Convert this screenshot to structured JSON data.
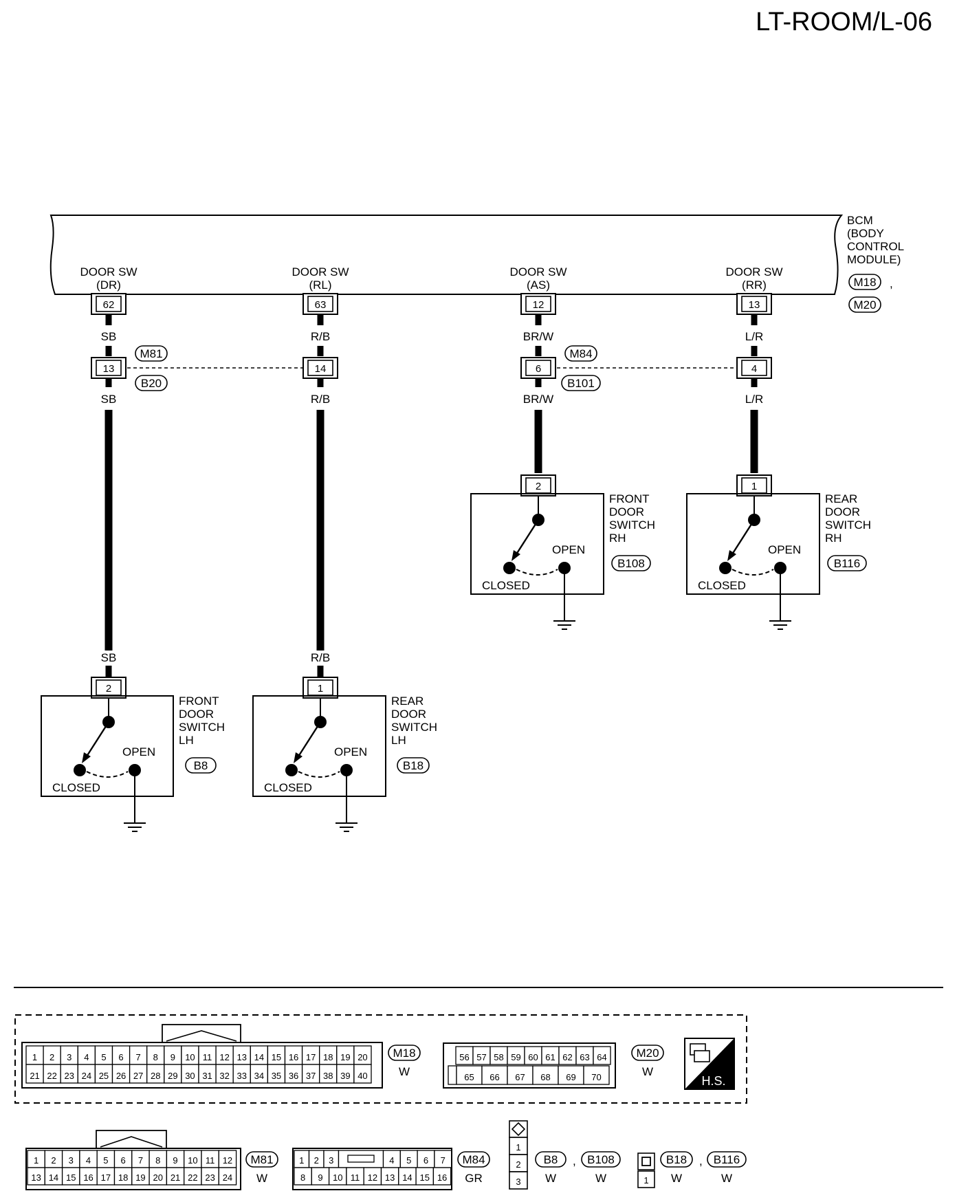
{
  "page_id": "LT-ROOM/L-06",
  "bcm": {
    "lines": [
      "BCM",
      "(BODY",
      "CONTROL",
      "MODULE)"
    ],
    "connectors": [
      "M18",
      "M20"
    ],
    "separator": ","
  },
  "bcm_terminals": [
    {
      "label": "DOOR SW",
      "sub": "(DR)",
      "pin": "62",
      "wire_top": "SB"
    },
    {
      "label": "DOOR SW",
      "sub": "(RL)",
      "pin": "63",
      "wire_top": "R/B"
    },
    {
      "label": "DOOR SW",
      "sub": "(AS)",
      "pin": "12",
      "wire_top": "BR/W"
    },
    {
      "label": "DOOR SW",
      "sub": "(RR)",
      "pin": "13",
      "wire_top": "L/R"
    }
  ],
  "junctions": [
    {
      "pin": "13",
      "wire": "SB",
      "tag_top": "M81",
      "tag_bottom": "B20"
    },
    {
      "pin": "14",
      "wire": "R/B"
    },
    {
      "pin": "6",
      "wire": "BR/W",
      "tag_top": "M84",
      "tag_bottom": "B101"
    },
    {
      "pin": "4",
      "wire": "L/R"
    }
  ],
  "switches": [
    {
      "name_lines": [
        "FRONT",
        "DOOR",
        "SWITCH",
        "LH"
      ],
      "connector": "B8",
      "pin": "2",
      "wire": "SB",
      "open": "OPEN",
      "closed": "CLOSED"
    },
    {
      "name_lines": [
        "REAR",
        "DOOR",
        "SWITCH",
        "LH"
      ],
      "connector": "B18",
      "pin": "1",
      "wire": "R/B",
      "open": "OPEN",
      "closed": "CLOSED"
    },
    {
      "name_lines": [
        "FRONT",
        "DOOR",
        "SWITCH",
        "RH"
      ],
      "connector": "B108",
      "pin": "2",
      "open": "OPEN",
      "closed": "CLOSED"
    },
    {
      "name_lines": [
        "REAR",
        "DOOR",
        "SWITCH",
        "RH"
      ],
      "connector": "B116",
      "pin": "1",
      "open": "OPEN",
      "closed": "CLOSED"
    }
  ],
  "connector_views": {
    "m18": {
      "row1": [
        "1",
        "2",
        "3",
        "4",
        "5",
        "6",
        "7",
        "8",
        "9",
        "10",
        "11",
        "12",
        "13",
        "14",
        "15",
        "16",
        "17",
        "18",
        "19",
        "20"
      ],
      "row2": [
        "21",
        "22",
        "23",
        "24",
        "25",
        "26",
        "27",
        "28",
        "29",
        "30",
        "31",
        "32",
        "33",
        "34",
        "35",
        "36",
        "37",
        "38",
        "39",
        "40"
      ],
      "name": "M18",
      "color": "W"
    },
    "m20": {
      "row1": [
        "56",
        "57",
        "58",
        "59",
        "60",
        "61",
        "62",
        "63",
        "64"
      ],
      "row2": [
        "65",
        "66",
        "67",
        "68",
        "69",
        "70"
      ],
      "name": "M20",
      "color": "W"
    },
    "hs": "H.S.",
    "m81": {
      "row1": [
        "1",
        "2",
        "3",
        "4",
        "5",
        "6",
        "7",
        "8",
        "9",
        "10",
        "11",
        "12"
      ],
      "row2": [
        "13",
        "14",
        "15",
        "16",
        "17",
        "18",
        "19",
        "20",
        "21",
        "22",
        "23",
        "24"
      ],
      "name": "M81",
      "color": "W"
    },
    "m84": {
      "row1": [
        "1",
        "2",
        "3",
        "4",
        "5",
        "6",
        "7"
      ],
      "row2": [
        "8",
        "9",
        "10",
        "11",
        "12",
        "13",
        "14",
        "15",
        "16"
      ],
      "name": "M84",
      "color": "GR"
    },
    "b8": {
      "pins": [
        "1",
        "2",
        "3"
      ],
      "names": [
        "B8",
        "B108"
      ],
      "colors": [
        "W",
        "W"
      ],
      "separator": ","
    },
    "b18": {
      "pins": [
        "1"
      ],
      "names": [
        "B18",
        "B116"
      ],
      "colors": [
        "W",
        "W"
      ],
      "separator": ","
    }
  }
}
